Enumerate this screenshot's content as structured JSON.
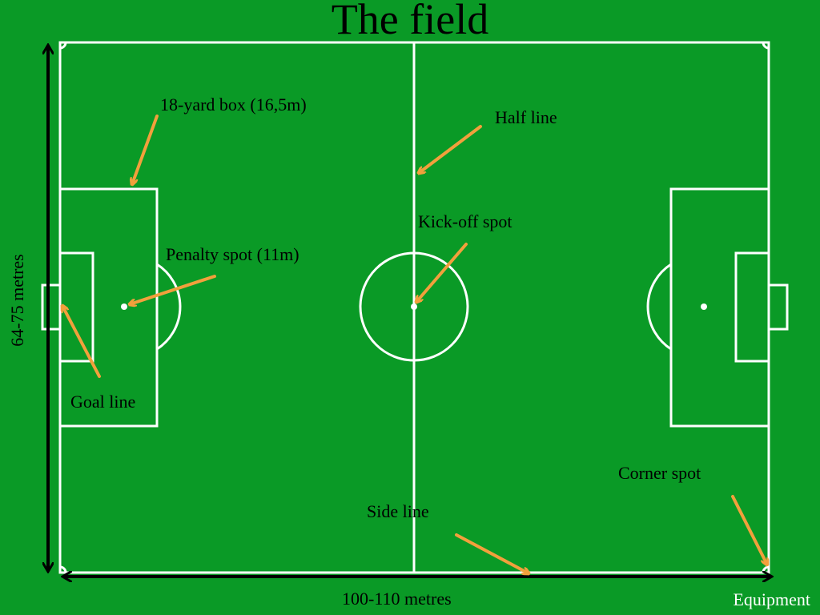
{
  "title": "The field",
  "labels": {
    "box": "18-yard box (16,5m)",
    "half_line": "Half line",
    "kickoff": "Kick-off spot",
    "penalty": "Penalty spot (11m)",
    "goal_line": "Goal line",
    "corner": "Corner spot",
    "side_line": "Side line",
    "length": "100-110 metres",
    "width": "64-75 metres"
  },
  "footer": "Equipment",
  "colors": {
    "grass": "#0a9a26",
    "lines": "#ffffff",
    "arrows": "#f2a03c",
    "dimension": "#000000"
  }
}
